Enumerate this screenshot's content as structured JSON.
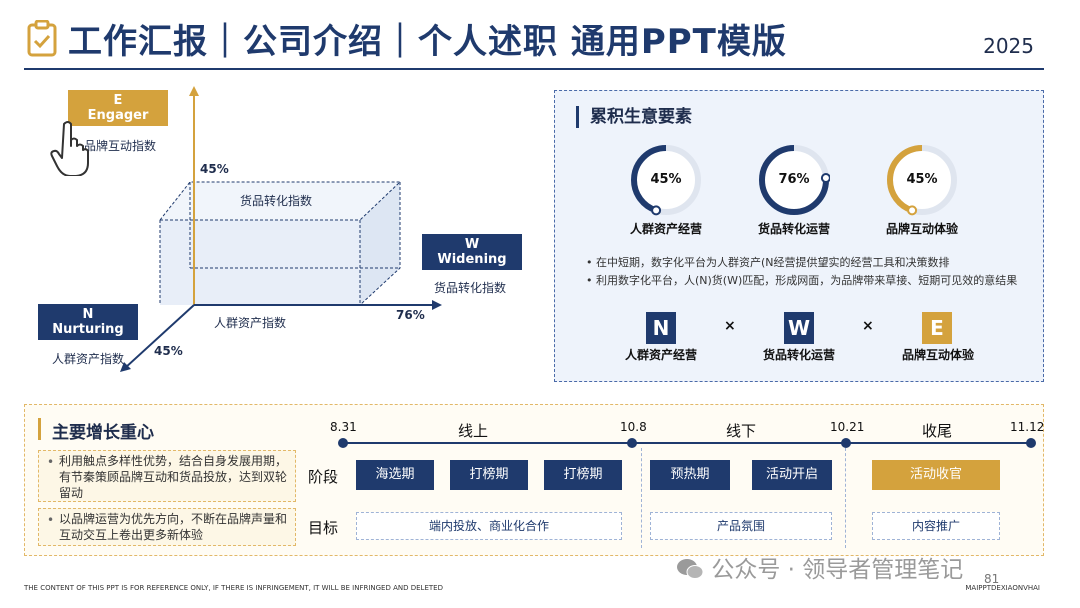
{
  "header": {
    "title": "工作汇报｜公司介绍｜个人述职 通用PPT模版",
    "year": "2025"
  },
  "diagram": {
    "e_letter": "E",
    "e_word": "Engager",
    "e_axis_label": "品牌互动指数",
    "e_pct": "45%",
    "w_letter": "W",
    "w_word": "Widening",
    "w_axis_label": "货品转化指数",
    "w_pct": "76%",
    "n_letter": "N",
    "n_word": "Nurturing",
    "n_axis_label": "人群资产指数",
    "n_pct": "45%",
    "top_face_label": "货品转化指数",
    "bottom_face_label": "人群资产指数"
  },
  "panel": {
    "title": "累积生意要素",
    "rings": [
      {
        "value": "45%",
        "label": "人群资产经营",
        "fraction": 0.45,
        "color": "#1f3a6d"
      },
      {
        "value": "76%",
        "label": "货品转化运营",
        "fraction": 0.76,
        "color": "#1f3a6d"
      },
      {
        "value": "45%",
        "label": "品牌互动体验",
        "fraction": 0.45,
        "color": "#d4a23d"
      }
    ],
    "bullets": [
      "在中短期，数字化平台为人群资产(N经营提供望实的经营工具和决策数排",
      "利用数字化平台，人(N)货(W)匹配，形成网面，为品牌带来草接、短期可见效的意结果"
    ],
    "letters": [
      {
        "letter": "N",
        "label": "人群资产经营",
        "color": "#1f3a6d"
      },
      {
        "letter": "W",
        "label": "货品转化运营",
        "color": "#1f3a6d"
      },
      {
        "letter": "E",
        "label": "品牌互动体验",
        "color": "#d4a23d"
      }
    ],
    "times": "×"
  },
  "bottom": {
    "title": "主要增长重心",
    "items": [
      "利用触点多样性优势，结合自身发展用期，有节秦策顾品牌互动和货品投放，达到双轮留动",
      "以品牌运营为优先方向，不断在品牌声量和互动交互上卷出更多新体验"
    ],
    "bullet": "•",
    "dates": [
      "8.31",
      "10.8",
      "10.21",
      "11.12"
    ],
    "phases": [
      "线上",
      "线下",
      "收尾"
    ],
    "row_stage": "阶段",
    "row_goal": "目标",
    "stages": [
      "海选期",
      "打榜期",
      "打榜期",
      "预热期",
      "活动开启",
      "活动收官"
    ],
    "goals": [
      "端内投放、商业化合作",
      "产品氛围",
      "内容推广"
    ]
  },
  "footer": {
    "left": "THE CONTENT OF THIS PPT IS FOR REFERENCE ONLY, IF THERE IS INFRINGEMENT, IT WILL BE INFRINGED AND DELETED",
    "right": "MAIPPTDEXIAONVHAI",
    "page": "81",
    "watermark": "公众号 · 领导者管理笔记"
  }
}
